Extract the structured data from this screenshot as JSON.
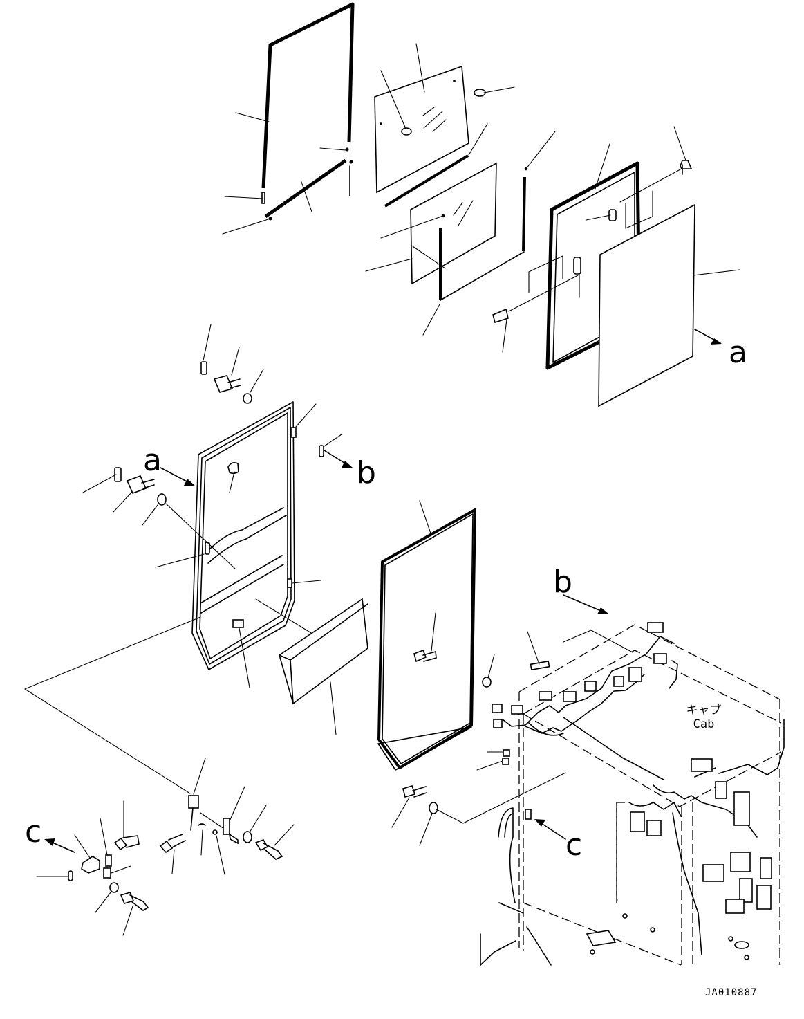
{
  "view_refs": {
    "a_top": "a",
    "a_door": "a",
    "b_door": "b",
    "b_cab": "b",
    "c_latch": "c",
    "c_cab": "c"
  },
  "cab_label": {
    "jp": "キャブ",
    "en": "Cab"
  },
  "drawing_code": "JA010887"
}
